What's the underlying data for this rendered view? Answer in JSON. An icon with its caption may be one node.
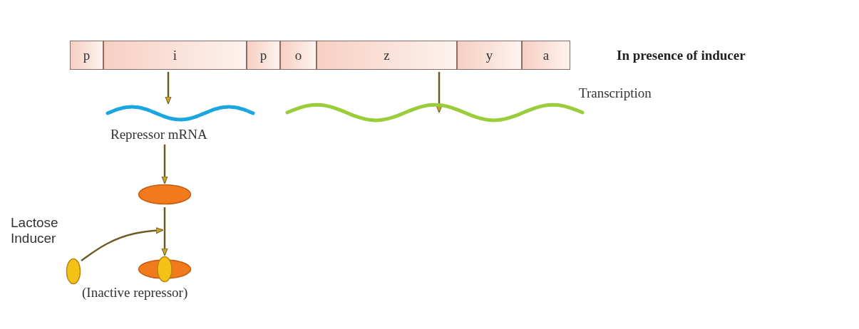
{
  "diagram": {
    "title": "In presence of inducer",
    "nodes": [
      {
        "text": [
          "p"
        ]
      },
      {
        "text": [
          "i"
        ]
      },
      {
        "text": [
          "p"
        ]
      },
      {
        "text": [
          "o"
        ]
      },
      {
        "text": [
          "z"
        ]
      },
      {
        "text": [
          "y"
        ]
      },
      {
        "text": [
          "a"
        ]
      },
      {
        "text": [],
        "shape": "wave",
        "beside": [
          "Repressor mRNA"
        ]
      },
      {
        "text": [],
        "shape": "wave",
        "beside": [
          "Transcription"
        ]
      },
      {
        "text": [],
        "shape": "ellipse"
      },
      {
        "text": [],
        "shape": "ellipse",
        "beside": [
          "Lactose Inducer"
        ]
      },
      {
        "text": [],
        "shape": "ellipse",
        "beside": [
          "(Inactive repressor)"
        ]
      }
    ],
    "edges": [
      {
        "from": 1,
        "to": 7,
        "arrow": "to"
      },
      {
        "from": 4,
        "to": 8,
        "arrow": "to"
      },
      {
        "from": 7,
        "to": 9,
        "arrow": "to"
      },
      {
        "from": 9,
        "to": 11,
        "arrow": "to"
      },
      {
        "from": 10,
        "to": null,
        "arrow": "to"
      }
    ]
  }
}
